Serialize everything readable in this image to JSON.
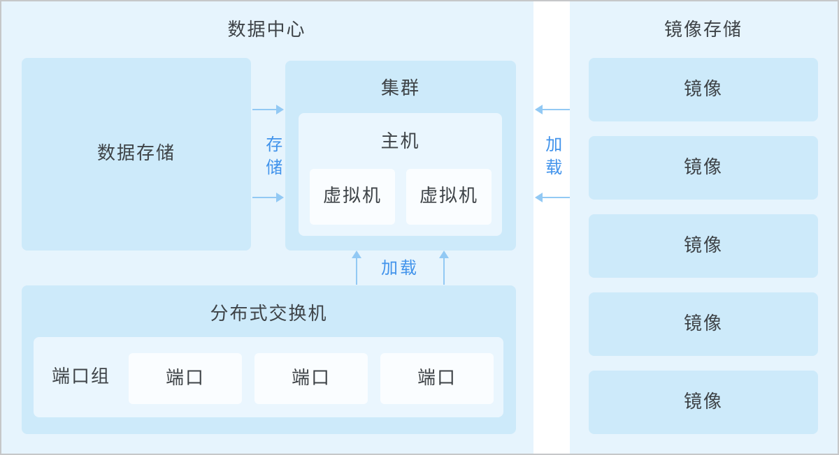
{
  "datacenter": {
    "title": "数据中心",
    "data_storage_label": "数据存储",
    "cluster": {
      "title": "集群",
      "host": {
        "title": "主机",
        "vms": [
          "虚拟机",
          "虚拟机"
        ]
      }
    },
    "switch": {
      "title": "分布式交换机",
      "port_group_label": "端口组",
      "ports": [
        "端口",
        "端口",
        "端口"
      ]
    },
    "storage_arrow_label": "存储",
    "load_arrow_label": "加载"
  },
  "image_storage": {
    "title": "镜像存储",
    "load_arrow_label": "加载",
    "images": [
      "镜像",
      "镜像",
      "镜像",
      "镜像",
      "镜像"
    ]
  },
  "colors": {
    "panel_background": "#e6f4fd",
    "box_dark": "#cdeafa",
    "box_mid": "#eaf6fe",
    "box_white": "#fafdff",
    "arrow": "#92c9f4",
    "blue_text": "#4193eb",
    "dark_text": "#3e4347",
    "border": "#c6c7c9",
    "gap_strip": "#ffffff"
  }
}
